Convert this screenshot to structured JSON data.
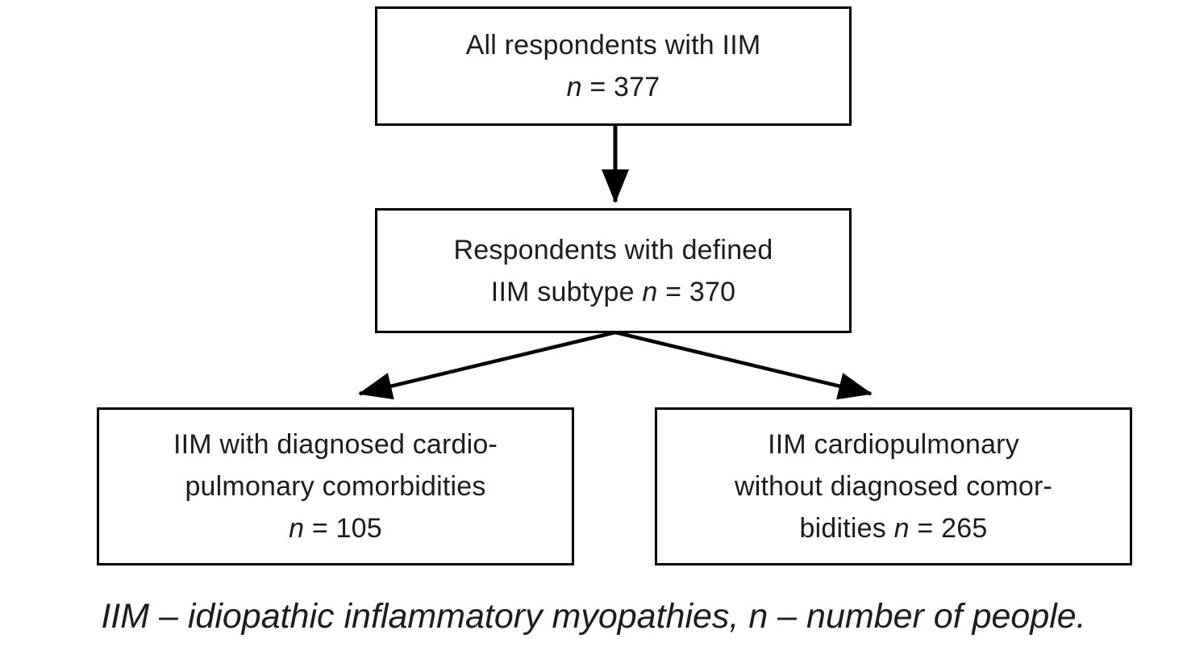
{
  "diagram": {
    "boxes": {
      "top": {
        "line1": "All respondents with IIM",
        "n_symbol": "n",
        "n_rest": " = 377"
      },
      "middle": {
        "line1": "Respondents with defined",
        "line2_pre": "IIM subtype ",
        "n_symbol": "n",
        "n_rest": " = 370"
      },
      "left": {
        "line1": "IIM with diagnosed cardio-",
        "line2": "pulmonary comorbidities",
        "n_symbol": "n",
        "n_rest": " = 105"
      },
      "right": {
        "line1": "IIM cardiopulmonary",
        "line2": "without diagnosed comor-",
        "line3_pre": "bidities ",
        "n_symbol": "n",
        "n_rest": " = 265"
      }
    },
    "caption": "IIM – idiopathic inflammatory myopathies, n – number of people.",
    "colors": {
      "line": "#000000",
      "border": "#000000",
      "text": "#1c1c1c",
      "background": "#ffffff"
    }
  }
}
